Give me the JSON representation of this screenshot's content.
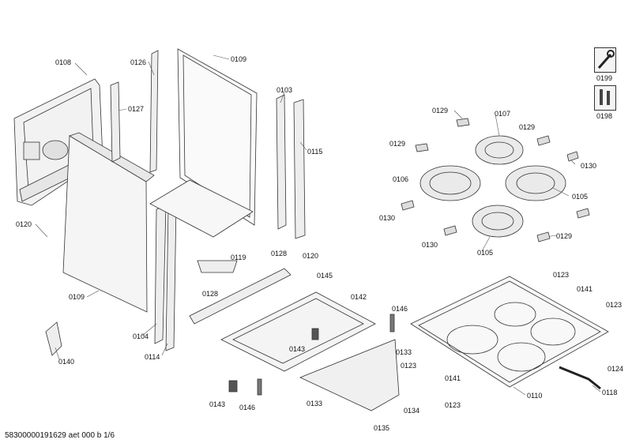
{
  "diagram": {
    "part_labels": [
      "0108",
      "0126",
      "0109",
      "0127",
      "0103",
      "0115",
      "0120",
      "0128",
      "0119",
      "0109",
      "0104",
      "0128",
      "0114",
      "0140",
      "0120",
      "0145",
      "0142",
      "0146",
      "0143",
      "0133",
      "0123",
      "0146",
      "0133",
      "0134",
      "0143",
      "0135",
      "0129",
      "0107",
      "0129",
      "0129",
      "0130",
      "0106",
      "0105",
      "0130",
      "0130",
      "0105",
      "0129",
      "0123",
      "0141",
      "0123",
      "0141",
      "0123",
      "0110",
      "0124",
      "0118"
    ],
    "tool_labels": [
      "0199",
      "0198"
    ],
    "footer_text": "58300000191629 aet 000 b 1/6"
  }
}
